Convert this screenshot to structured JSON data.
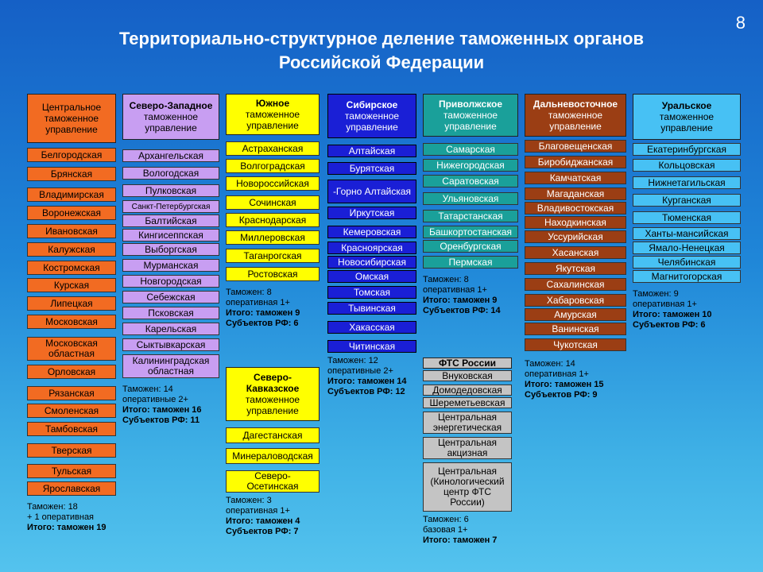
{
  "page_number": "8",
  "title_line1": "Территориально-структурное деление таможенных органов",
  "title_line2": "Российской Федерации",
  "central": {
    "header": [
      "Центральное",
      "таможенное",
      "управление"
    ],
    "items": [
      "Белгородская",
      "Брянская",
      "Владимирская",
      "Воронежская",
      "Ивановская",
      "Калужская",
      "Костромская",
      "Курская",
      "Липецкая",
      "Московская",
      "Московская областная",
      "Орловская",
      "Рязанская",
      "Смоленская",
      "Тамбовская",
      "Тверская",
      "Тульская",
      "Ярославская"
    ],
    "note": [
      "Таможен: 18",
      "+ 1 оперативная",
      "Итого: таможен 19"
    ]
  },
  "northwest": {
    "header": [
      "Северо-Западное",
      "таможенное",
      "управление"
    ],
    "items": [
      "Архангельская",
      "Вологодская",
      "Пулковская",
      "Санкт-Петербургская",
      "Балтийская",
      "Кингисеппская",
      "Выборгская",
      "Мурманская",
      "Новгородская",
      "Себежская",
      "Псковская",
      "Карельская",
      "Сыктывкарская",
      "Калининградская областная"
    ],
    "note": [
      "Таможен: 14",
      "оперативные 2+",
      "Итого: таможен 16",
      "Субъектов РФ: 11"
    ]
  },
  "south": {
    "header": [
      "Южное",
      "таможенное",
      "управление"
    ],
    "items": [
      "Астраханская",
      "Волгоградская",
      "Новороссийская",
      "Сочинская",
      "Краснодарская",
      "Миллеровская",
      "Таганрогская",
      "Ростовская"
    ],
    "note": [
      "Таможен: 8",
      "оперативная 1+",
      "Итого: таможен 9",
      "Субъектов РФ: 6"
    ]
  },
  "caucasus": {
    "header": [
      "Северо-",
      "Кавказское",
      "таможенное",
      "управление"
    ],
    "items": [
      "Дагестанская",
      "Минераловодская",
      "Северо- Осетинская"
    ],
    "note": [
      "Таможен: 3",
      "оперативная 1+",
      "Итого: таможен 4",
      "Субъектов РФ: 7"
    ]
  },
  "siberia": {
    "header": [
      "Сибирское",
      "таможенное",
      "управление"
    ],
    "items": [
      "Алтайская",
      "Бурятская",
      "-Горно Алтайская",
      "Иркутская",
      "Кемеровская",
      "Красноярская",
      "Новосибирская",
      "Омская",
      "Томская",
      "Тывинская",
      "Хакасская",
      "Читинская"
    ],
    "note": [
      "Таможен: 12",
      "оперативные 2+",
      "Итого: таможен 14",
      "Субъектов РФ: 12"
    ]
  },
  "volga": {
    "header": [
      "Приволжское",
      "таможенное",
      "управление"
    ],
    "items": [
      "Самарская",
      "Нижегородская",
      "Саратовская",
      "Ульяновская",
      "Татарстанская",
      "Башкортостанская",
      "Оренбургская",
      "Пермская"
    ],
    "note": [
      "Таможен: 8",
      "оперативная 1+",
      "Итого: таможен 9",
      "Субъектов РФ: 14"
    ]
  },
  "fts": {
    "header": "ФТС России",
    "items": [
      "Внуковская",
      "Домодедовская",
      "Шереметьевская",
      "Центральная энергетическая",
      "Центральная акцизная",
      "Центральная (Кинологический центр ФТС России)"
    ],
    "note": [
      "Таможен: 6",
      "базовая 1+",
      "Итого: таможен 7"
    ]
  },
  "fareast": {
    "header": [
      "Дальневосточное",
      "таможенное",
      "управление"
    ],
    "items": [
      "Благовещенская",
      "Биробиджанская",
      "Камчатская",
      "Магаданская",
      "Владивостокская",
      "Находкинская",
      "Уссурийская",
      "Хасанская",
      "Якутская",
      "Сахалинская",
      "Хабаровская",
      "Амурская",
      "Ванинская",
      "Чукотская"
    ],
    "note": [
      "Таможен: 14",
      "оперативная 1+",
      "Итого: таможен 15",
      "Субъектов РФ: 9"
    ]
  },
  "ural": {
    "header": [
      "Уральское",
      "таможенное",
      "управление"
    ],
    "items": [
      "Екатеринбургская",
      "Кольцовская",
      "Нижнетагильская",
      "Курганская",
      "Тюменская",
      "Ханты-мансийская",
      "Ямало-Ненецкая",
      "Челябинская",
      "Магнитогорская"
    ],
    "note": [
      "Таможен: 9",
      "оперативная 1+",
      "Итого: таможен 10",
      "Субъектов РФ: 6"
    ]
  }
}
